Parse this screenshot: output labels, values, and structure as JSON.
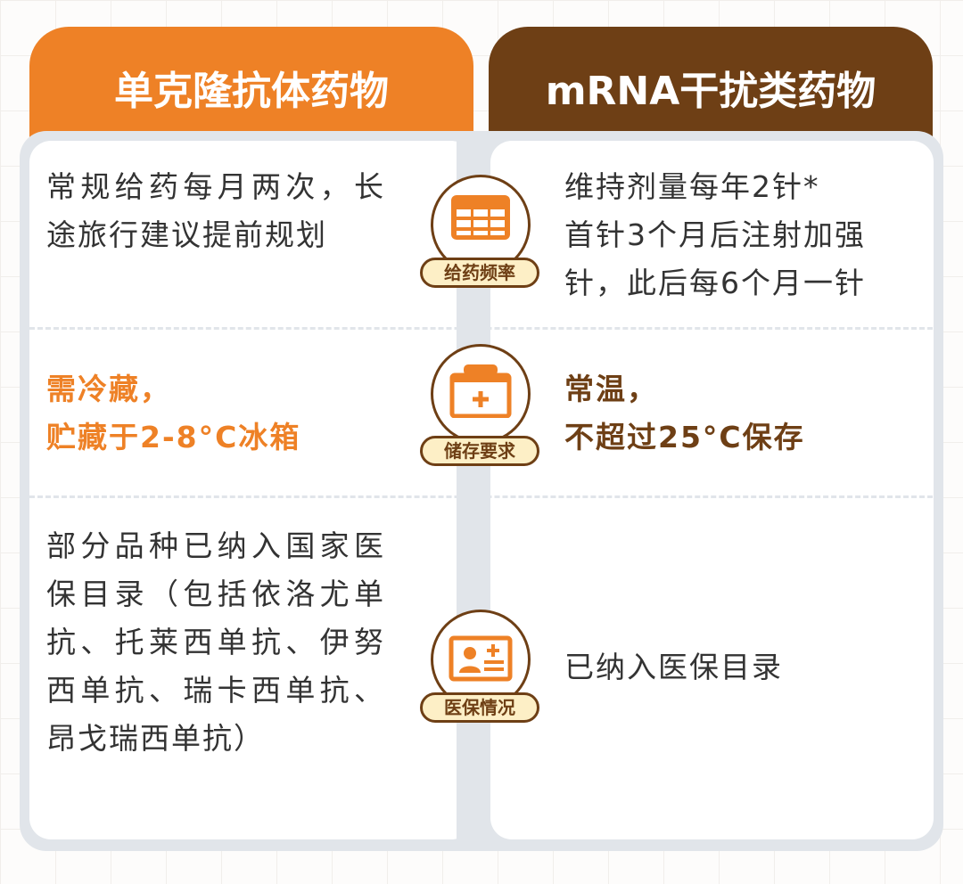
{
  "headers": {
    "left": "单克隆抗体药物",
    "right": "mRNA干扰类药物"
  },
  "rows": [
    {
      "category": "给药频率",
      "icon": "calendar-table-icon",
      "left": "常规给药每月两次，长途旅行建议提前规划",
      "right": "维持剂量每年2针*\n首针3个月后注射加强针，此后每6个月一针"
    },
    {
      "category": "储存要求",
      "icon": "medical-kit-icon",
      "left": "需冷藏，\n贮藏于2-8°C冰箱",
      "right": "常温，\n不超过25°C保存"
    },
    {
      "category": "医保情况",
      "icon": "insurance-card-icon",
      "left": "部分品种已纳入国家医保目录（包括依洛尤单抗、托莱西单抗、伊努西单抗、瑞卡西单抗、昂戈瑞西单抗）",
      "right": "已纳入医保目录"
    }
  ],
  "colors": {
    "orange": "#ee8126",
    "brown": "#6e3f15",
    "panel": "#e1e5ea",
    "pill": "#fdefc6"
  }
}
